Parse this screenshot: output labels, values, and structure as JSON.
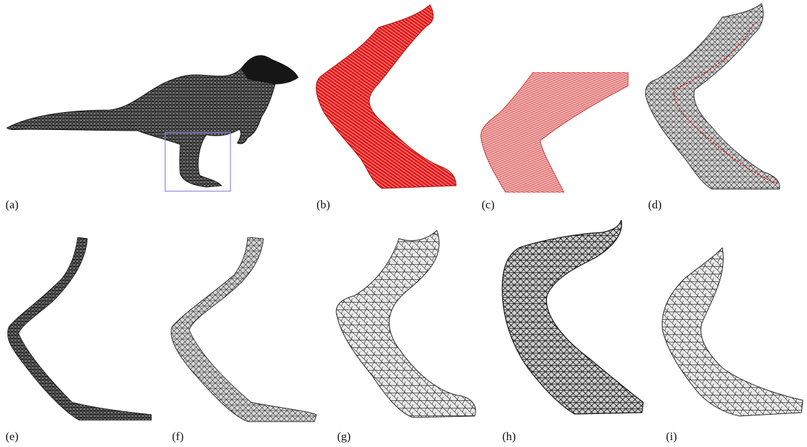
{
  "figure": {
    "captions": [
      "(a)",
      "(b)",
      "(c)",
      "(d)",
      "(e)",
      "(f)",
      "(g)",
      "(h)",
      "(i)"
    ]
  },
  "colors": {
    "mesh_dark": "#1a1a1a",
    "mesh_line": "#222222",
    "highlight_box": "#8e8ee6",
    "correspondence_red": "#e01010",
    "curve_red": "#d02020",
    "background": "#ffffff"
  }
}
